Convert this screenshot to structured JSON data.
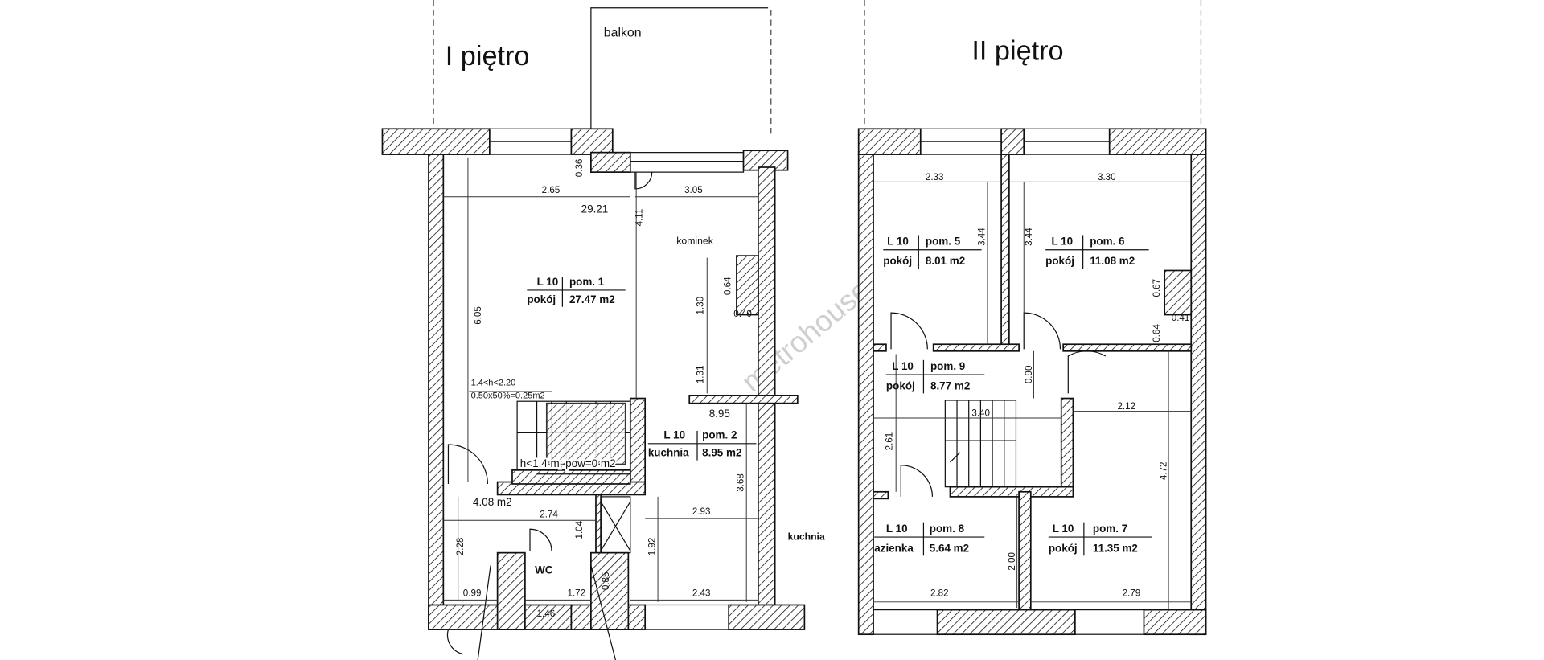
{
  "floors": {
    "first": {
      "title": "I piętro",
      "balcony": "balkon",
      "rooms": [
        {
          "code": "L 10",
          "number": "pom. 1",
          "type": "pokój",
          "area": "27.47 m2"
        },
        {
          "code": "L 10",
          "number": "pom. 2",
          "type": "kuchnia",
          "area": "8.95 m2"
        }
      ],
      "labels": {
        "fireplace": "kominek",
        "wc": "WC",
        "kitchen_outside": "kuchnia",
        "area_total": "29.21",
        "kitchen_total": "8.95",
        "stair_note_1": "1.4<h<2.20",
        "stair_note_2": "0.50x50%=0.25m2",
        "stair_note_3": "h<1.4 m; pow=0 m2",
        "hall_area": "4.08 m2"
      },
      "dimensions": [
        "2.65",
        "3.05",
        "0.36",
        "4.11",
        "6.05",
        "0.64",
        "1.30",
        "0.40",
        "1.31",
        "2.74",
        "2.93",
        "1.04",
        "1.92",
        "3.68",
        "2.28",
        "0.85",
        "0.99",
        "1.72",
        "2.43",
        "1.46"
      ]
    },
    "second": {
      "title": "II piętro",
      "rooms": [
        {
          "code": "L 10",
          "number": "pom. 5",
          "type": "pokój",
          "area": "8.01 m2"
        },
        {
          "code": "L 10",
          "number": "pom. 6",
          "type": "pokój",
          "area": "11.08 m2"
        },
        {
          "code": "L 10",
          "number": "pom. 9",
          "type": "pokój",
          "area": "8.77 m2"
        },
        {
          "code": "L 10",
          "number": "pom. 8",
          "type": "azienka",
          "area": "5.64 m2"
        },
        {
          "code": "L 10",
          "number": "pom. 7",
          "type": "pokój",
          "area": "11.35 m2"
        }
      ],
      "dimensions": [
        "2.33",
        "3.30",
        "3.44",
        "3.44",
        "0.67",
        "0.64",
        "0.41",
        "0.90",
        "3.40",
        "2.12",
        "2.61",
        "4.72",
        "2.00",
        "2.82",
        "2.79"
      ]
    }
  },
  "watermark": "metrohouse"
}
